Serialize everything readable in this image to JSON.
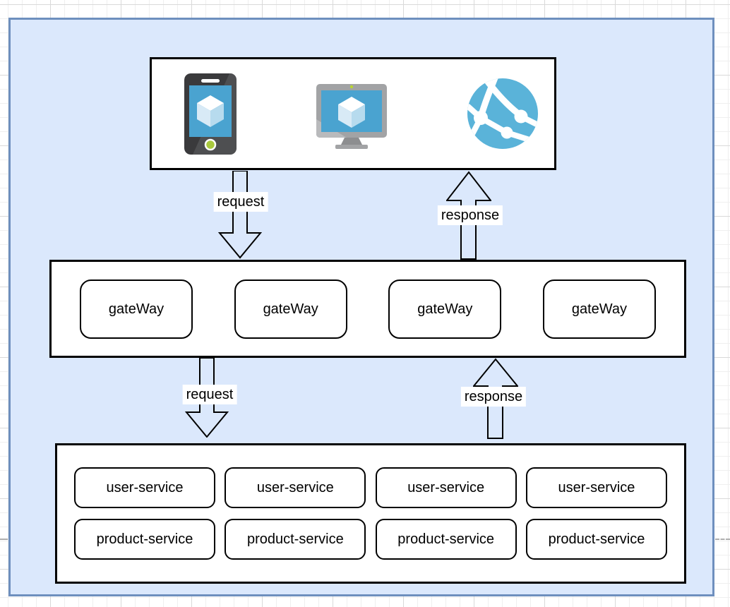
{
  "diagram": {
    "clients": {
      "icons": [
        {
          "name": "mobile-app-icon"
        },
        {
          "name": "desktop-vm-icon"
        },
        {
          "name": "web-app-globe-icon"
        }
      ]
    },
    "flows": {
      "request_clients_to_gateway": "request",
      "response_gateway_to_clients": "response",
      "request_gateway_to_services": "request",
      "response_services_to_gateway": "response"
    },
    "gateways": [
      "gateWay",
      "gateWay",
      "gateWay",
      "gateWay"
    ],
    "user_services": [
      "user-service",
      "user-service",
      "user-service",
      "user-service"
    ],
    "product_services": [
      "product-service",
      "product-service",
      "product-service",
      "product-service"
    ],
    "colors": {
      "canvas_fill": "#dbe8fc",
      "canvas_stroke": "#6e8fbe",
      "node_fill": "#ffffff",
      "node_stroke": "#000000",
      "azure_blue": "#5ab3d9",
      "screen_blue": "#4aa3d0",
      "cube_left": "#d8eaf6",
      "cube_right": "#b7dbee",
      "device_green": "#a9c93e",
      "monitor_gray": "#a2a3a5",
      "phone_dark": "#3a3a3c"
    }
  }
}
